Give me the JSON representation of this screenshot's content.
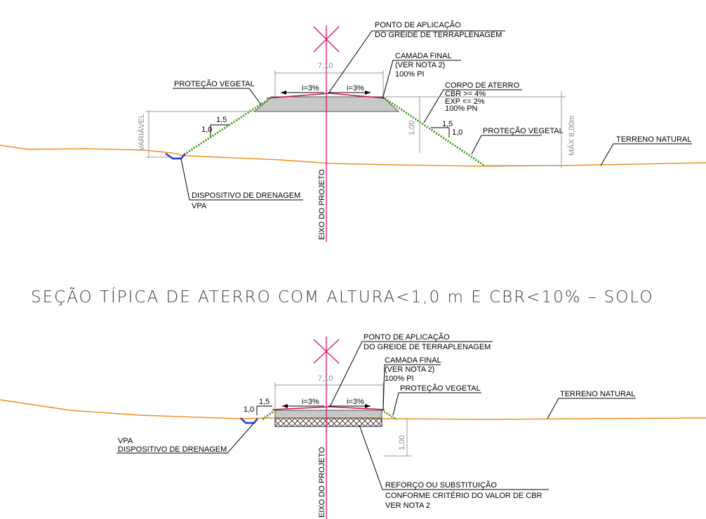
{
  "colors": {
    "ground_line": "#f08c1c",
    "project_axis": "#e0106f",
    "vegetal_protection": "#3a9b16",
    "drainage": "#1f33d6",
    "fill_body": "#c8c8c8"
  },
  "top_section": {
    "width_dim": "7,10",
    "slope_left": "i=3%",
    "slope_right": "i=3%",
    "label_application_point_1": "PONTO DE APLICAÇÃO",
    "label_application_point_2": "DO GREIDE DE TERRAPLENAGEM",
    "label_final_layer_1": "CAMADA FINAL",
    "label_final_layer_2": "(VER NOTA 2)",
    "label_final_layer_3": "100% PI",
    "label_fill_body_1": "CORPO DE ATERRO",
    "label_fill_body_2": "CBR >= 4%",
    "label_fill_body_3": "EXP <= 2%",
    "label_fill_body_4": "100% PN",
    "label_veg_left": "PROTEÇÃO VEGETAL",
    "label_veg_right": "PROTEÇÃO VEGETAL",
    "label_natural_ground": "TERRENO NATURAL",
    "label_drainage_1": "DISPOSITIVO DE DRENAGEM",
    "label_drainage_2": "VPA",
    "axis_label": "EIXO DO PROJETO",
    "ratio_left_h": "1,5",
    "ratio_left_v": "1,0",
    "ratio_right_h": "1,5",
    "ratio_right_v": "1,0",
    "dim_variable": "VARIÁVEL",
    "dim_one": "1,00",
    "dim_max": "MÁX 8,00m"
  },
  "title": "SEÇÃO TÍPICA DE ATERRO COM ALTURA<1,0 m E CBR<10% – SOLO",
  "bottom_section": {
    "width_dim": "7,10",
    "slope_left": "i=3%",
    "slope_right": "i=3%",
    "label_application_point_1": "PONTO DE APLICAÇÃO",
    "label_application_point_2": "DO GREIDE DE TERRAPLENAGEM",
    "label_final_layer_1": "CAMADA FINAL",
    "label_final_layer_2": "(VER NOTA 2)",
    "label_final_layer_3": "100% PI",
    "label_veg": "PROTEÇÃO VEGETAL",
    "label_natural_ground": "TERRENO NATURAL",
    "label_drainage_1": "VPA",
    "label_drainage_2": "DISPOSITIVO DE DRENAGEM",
    "axis_label": "EIXO DO PROJETO",
    "ratio_h": "1,5",
    "ratio_v": "1,0",
    "dim_one": "1,00",
    "label_reinforcement_1": "REFORÇO OU SUBSTITUIÇÃO",
    "label_reinforcement_2": "CONFORME CRITÉRIO DO VALOR DE CBR",
    "label_reinforcement_3": "VER NOTA 2"
  }
}
